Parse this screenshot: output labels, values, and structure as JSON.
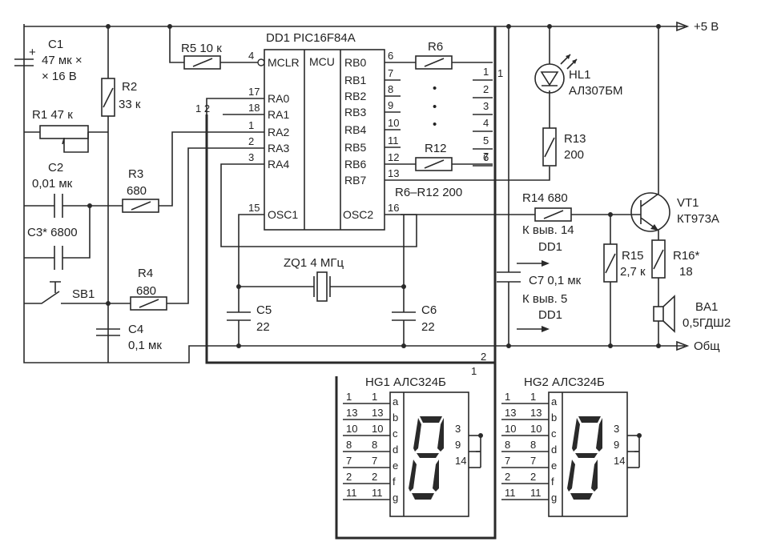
{
  "rails": {
    "vcc": "+5 В",
    "gnd": "Общ"
  },
  "mcu": {
    "name": "DD1 PIC16F84A",
    "core": "MCU",
    "left_pins": [
      {
        "num": "4",
        "label": "MCLR"
      },
      {
        "num": "17",
        "label": "RA0"
      },
      {
        "num": "18",
        "label": "RA1"
      },
      {
        "num": "1",
        "label": "RA2"
      },
      {
        "num": "2",
        "label": "RA3"
      },
      {
        "num": "3",
        "label": "RA4"
      },
      {
        "num": "15",
        "label": "OSC1"
      }
    ],
    "right_pins": [
      {
        "num": "6",
        "label": "RB0"
      },
      {
        "num": "7",
        "label": "RB1"
      },
      {
        "num": "8",
        "label": "RB2"
      },
      {
        "num": "9",
        "label": "RB3"
      },
      {
        "num": "10",
        "label": "RB4"
      },
      {
        "num": "11",
        "label": "RB5"
      },
      {
        "num": "12",
        "label": "RB6"
      },
      {
        "num": "13",
        "label": "RB7"
      },
      {
        "num": "16",
        "label": "OSC2"
      }
    ]
  },
  "components": {
    "c1": {
      "name": "C1",
      "value": "47 мк ×",
      "value2": "× 16 В",
      "polarity": "+"
    },
    "r1": {
      "name": "R1 47 к"
    },
    "c2": {
      "name": "C2",
      "value": "0,01 мк"
    },
    "c3": {
      "name": "C3* 6800"
    },
    "r2": {
      "name": "R2",
      "value": "33 к"
    },
    "r3": {
      "name": "R3",
      "value": "680"
    },
    "r4": {
      "name": "R4",
      "value": "680"
    },
    "r5": {
      "name": "R5 10 к"
    },
    "sb1": {
      "name": "SB1"
    },
    "c4": {
      "name": "C4",
      "value": "0,1 мк"
    },
    "r6": {
      "name": "R6"
    },
    "r12": {
      "name": "R12"
    },
    "r_bank": {
      "name": "R6–R12 200"
    },
    "dots": "•",
    "hl1": {
      "name": "HL1",
      "value": "АЛ307БМ"
    },
    "r13": {
      "name": "R13",
      "value": "200"
    },
    "r14": {
      "name": "R14 680"
    },
    "vt1": {
      "name": "VT1",
      "value": "КТ973А"
    },
    "r15": {
      "name": "R15",
      "value": "2,7 к"
    },
    "r16": {
      "name": "R16*",
      "value": "18"
    },
    "ba1": {
      "name": "BA1",
      "value": "0,5ГДШ2"
    },
    "c7": {
      "name": "C7 0,1 мк"
    },
    "note1": {
      "line1": "К выв. 14",
      "line2": "DD1"
    },
    "note2": {
      "line1": "К выв. 5",
      "line2": "DD1"
    },
    "zq1": {
      "name": "ZQ1 4 МГц"
    },
    "c5": {
      "name": "C5",
      "value": "22"
    },
    "c6": {
      "name": "C6",
      "value": "22"
    }
  },
  "bus_numbers": [
    "1",
    "2",
    "3",
    "4",
    "5",
    "6",
    "7"
  ],
  "net_labels": {
    "one": "1",
    "two": "2",
    "one_two": "1 2"
  },
  "displays": [
    {
      "name": "HG1 АЛС324Б",
      "left_pins": [
        "1",
        "13",
        "10",
        "8",
        "7",
        "2",
        "11"
      ],
      "segments": [
        "a",
        "b",
        "c",
        "d",
        "e",
        "f",
        "g"
      ],
      "right_pins": [
        "3",
        "9",
        "14"
      ],
      "digit": "8"
    },
    {
      "name": "HG2 АЛС324Б",
      "left_pins": [
        "1",
        "13",
        "10",
        "8",
        "7",
        "2",
        "11"
      ],
      "segments": [
        "a",
        "b",
        "c",
        "d",
        "e",
        "f",
        "g"
      ],
      "right_pins": [
        "3",
        "9",
        "14"
      ],
      "digit": "8"
    }
  ]
}
